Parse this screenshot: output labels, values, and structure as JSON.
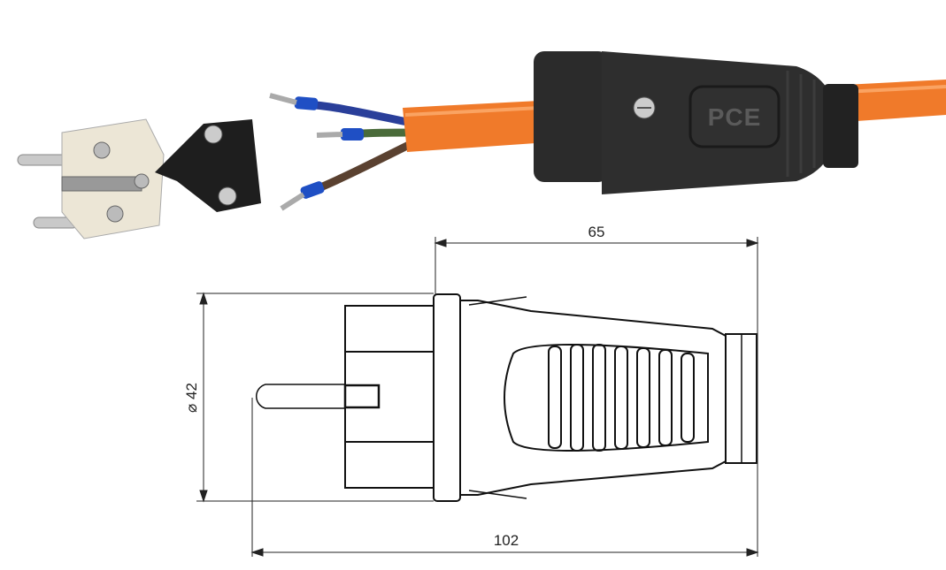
{
  "product": {
    "logo_text": "PCE"
  },
  "dimensions": {
    "length_body": "65",
    "length_total": "102",
    "diameter": "⌀ 42"
  },
  "colors": {
    "cable": "#f07a2a",
    "body": "#2b2b2b",
    "wire_blue": "#2a3f9a",
    "wire_brown": "#5a4130",
    "ferrule": "#1f4fc4"
  }
}
